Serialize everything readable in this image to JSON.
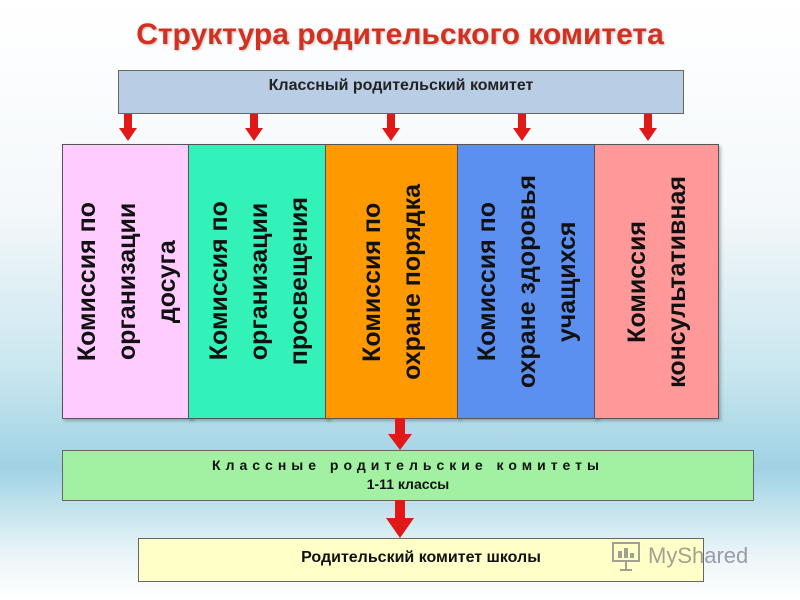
{
  "title": "Структура родительского комитета",
  "top_box": "Классный родительский комитет",
  "columns": [
    {
      "text": "Комиссия по\nорганизации\nдосуга",
      "color": "#ffccff"
    },
    {
      "text": "Комиссия по\nорганизации\nпросвещения",
      "color": "#33f2b9"
    },
    {
      "text": "Комиссия по\nохране порядка",
      "color": "#ff9900"
    },
    {
      "text": "Комиссия по\nохране здоровья\nучащихся",
      "color": "#5b8ff0"
    },
    {
      "text": "Комиссия\nконсультативная",
      "color": "#ff9999"
    }
  ],
  "middle_box": {
    "line1": "Классные родительские комитеты",
    "line2": "1-11 классы"
  },
  "bottom_box": "Родительский комитет школы",
  "watermark": "MyShared",
  "colors": {
    "title": "#d5301f",
    "arrow": "#e11818",
    "top_box": "#b9cde5",
    "middle_box": "#a2f1a2",
    "bottom_box": "#ffffc8"
  }
}
